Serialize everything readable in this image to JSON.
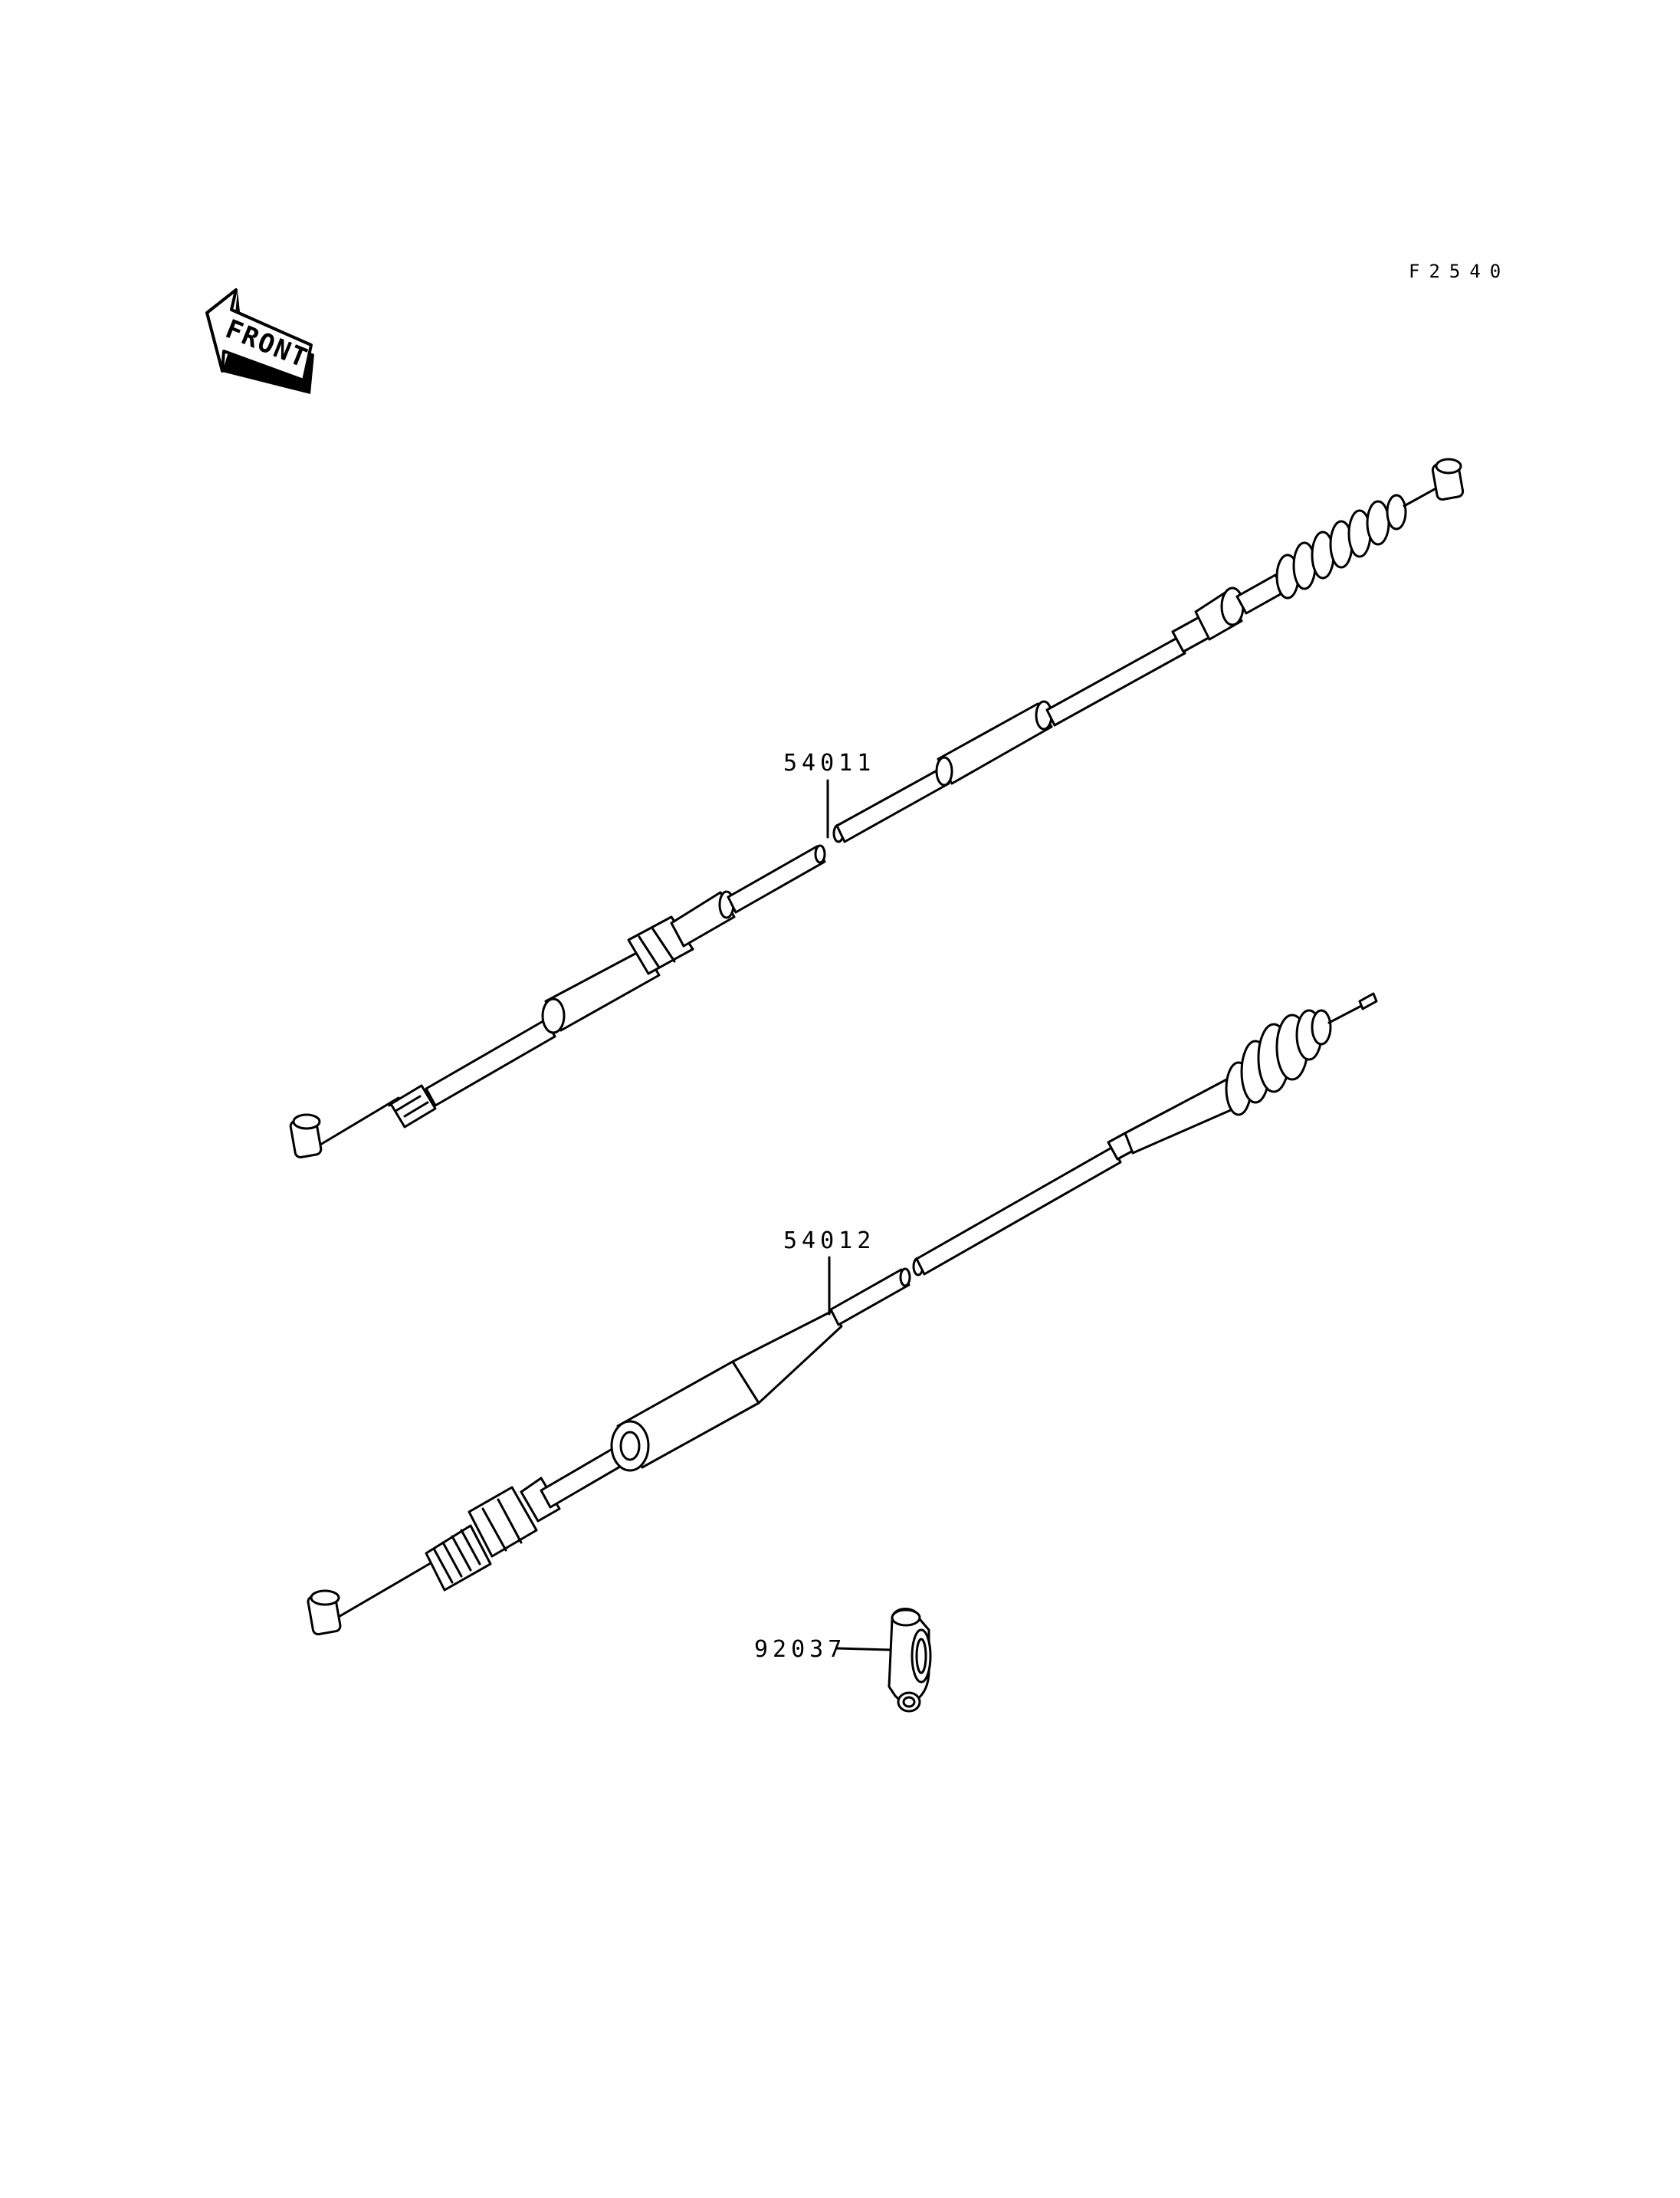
{
  "diagram_code": "F2540",
  "front_label": "FRONT",
  "parts": [
    {
      "number": "54011",
      "name": ""
    },
    {
      "number": "54012",
      "name": ""
    },
    {
      "number": "92037",
      "name": ""
    }
  ]
}
